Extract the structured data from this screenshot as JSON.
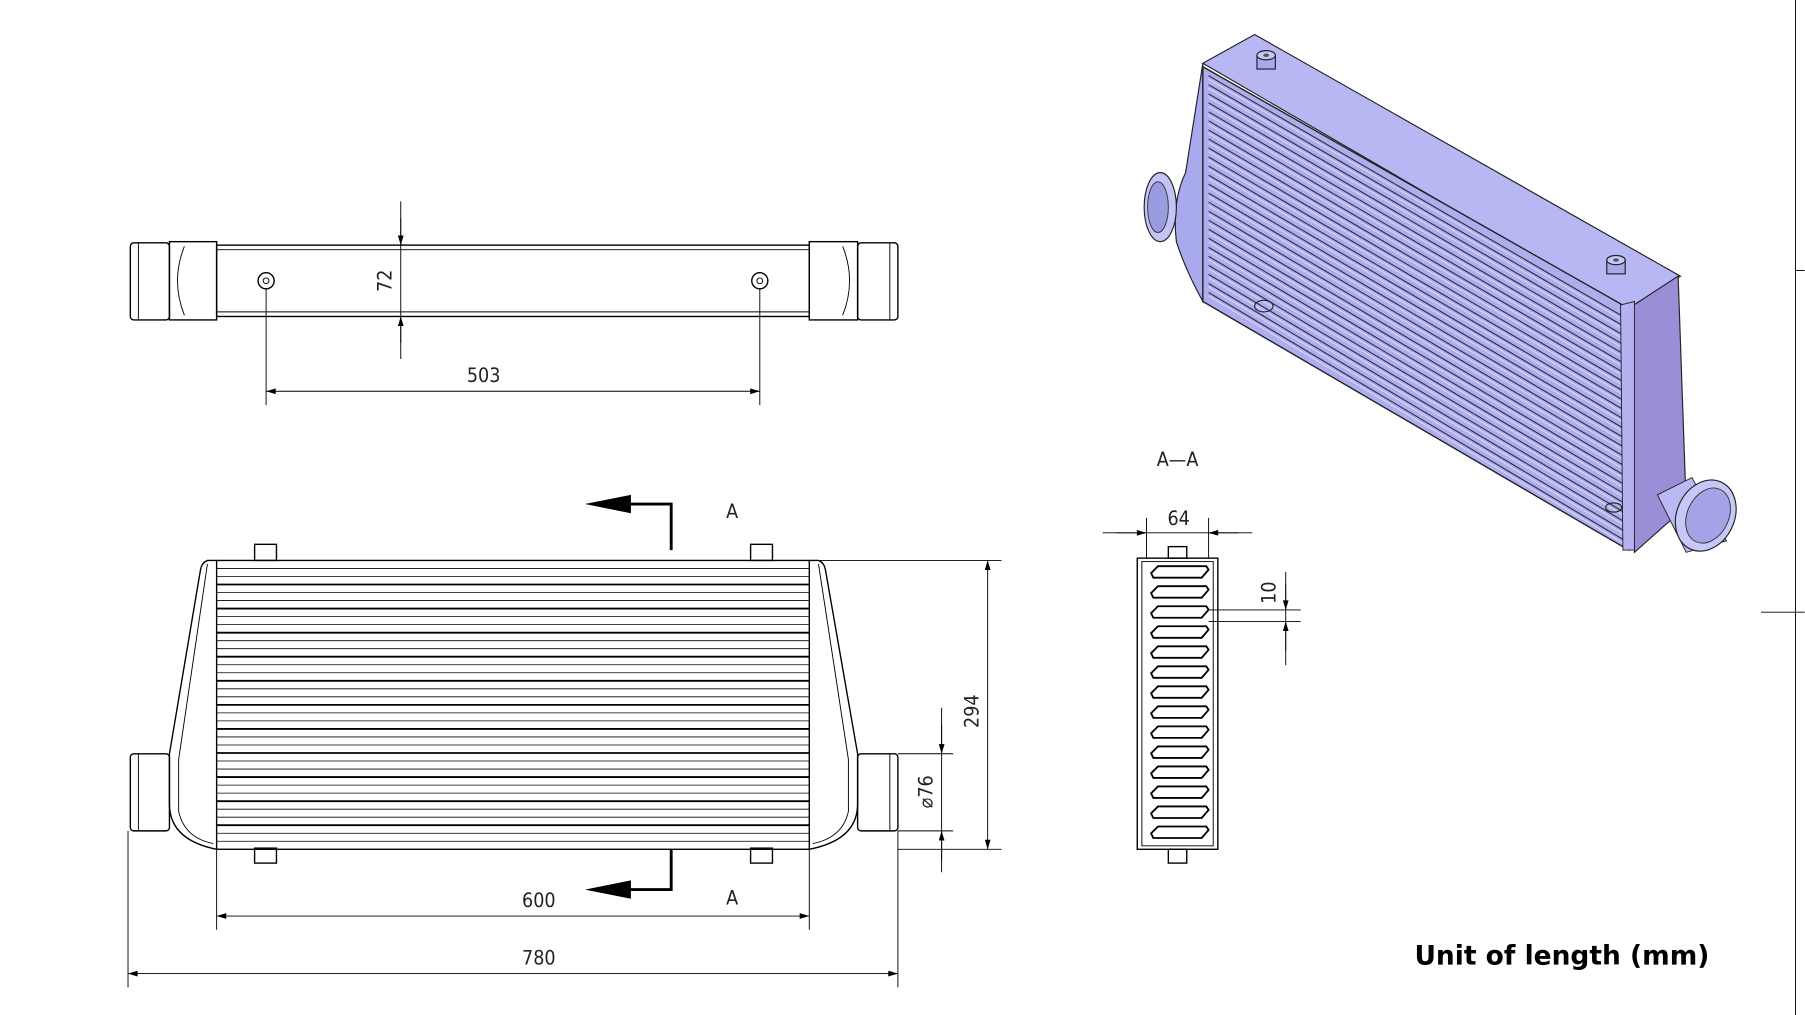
{
  "colors": {
    "line": "#000000",
    "render_fill": "#b3b3f2",
    "render_shade": "#9a8fd6",
    "render_light": "#c8c8f8"
  },
  "top_view": {
    "dim_height": "72",
    "dim_hole_spacing": "503"
  },
  "front_view": {
    "section_label_top": "A",
    "section_label_bottom": "A",
    "dim_core_width": "600",
    "dim_total_width": "780",
    "dim_height": "294",
    "dim_pipe_diameter": "⌀76"
  },
  "section_view": {
    "title": "A—A",
    "dim_depth": "64",
    "dim_fin_pitch": "10"
  },
  "unit_note": "Unit of length (mm)"
}
